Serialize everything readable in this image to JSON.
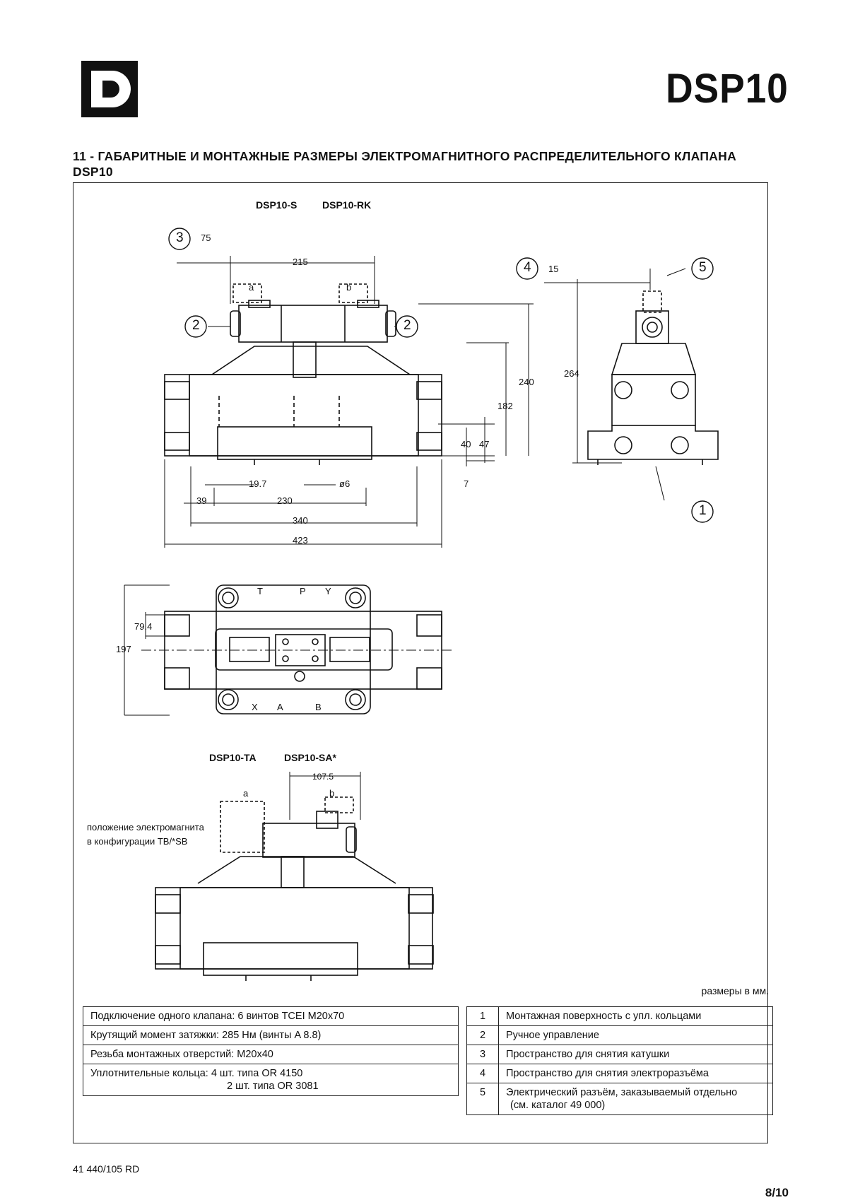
{
  "header": {
    "model": "DSP10"
  },
  "section": {
    "title": "11 - ГАБАРИТНЫЕ И МОНТАЖНЫЕ РАЗМЕРЫ ЭЛЕКТРОМАГНИТНОГО РАСПРЕДЕЛИТЕЛЬНОГО КЛАПАНА DSP10"
  },
  "views": {
    "top_labels": [
      "DSP10-S",
      "DSP10-RK"
    ],
    "bottom_labels": [
      "DSP10-TA",
      "DSP10-SA*"
    ],
    "solenoid_note_line1": "положение электромагнита",
    "solenoid_note_line2": "в конфигурации TB/*SB"
  },
  "dimensions": {
    "d75": "75",
    "d215": "215",
    "d240": "240",
    "d182": "182",
    "d40": "40",
    "d47": "47",
    "d7": "7",
    "d19_7": "19.7",
    "d6": "ø6",
    "d39": "39",
    "d230": "230",
    "d340": "340",
    "d423": "423",
    "d15": "15",
    "d264": "264",
    "d79_4": "79.4",
    "d197": "197",
    "d107_5": "107.5",
    "sol_a": "a",
    "sol_b": "b",
    "ports_top": [
      "T",
      "P",
      "Y"
    ],
    "ports_bottom": [
      "X",
      "A",
      "B"
    ]
  },
  "callouts": [
    "1",
    "2",
    "3",
    "4",
    "5"
  ],
  "units_note": "размеры в мм.",
  "specs": [
    "Подключение одного клапана:   6 винтов TCEI M20x70",
    "Крутящий момент затяжки: 285 Нм (винты A 8.8)",
    "Резьба монтажных отверстий: M20x40",
    "Уплотнительные кольца: 4 шт. типа OR 4150",
    "2 шт. типа OR 3081"
  ],
  "legend": [
    {
      "num": "1",
      "text": "Монтажная поверхность с упл. кольцами"
    },
    {
      "num": "2",
      "text": "Ручное управление"
    },
    {
      "num": "3",
      "text": "Пространство для снятия катушки"
    },
    {
      "num": "4",
      "text": "Пространство для снятия электроразъёма"
    },
    {
      "num": "5",
      "text": "Электрический разъём, заказываемый отдельно"
    }
  ],
  "legend_extra": "(см. каталог 49 000)",
  "footer": {
    "code": "41 440/105 RD",
    "page": "8/10"
  }
}
